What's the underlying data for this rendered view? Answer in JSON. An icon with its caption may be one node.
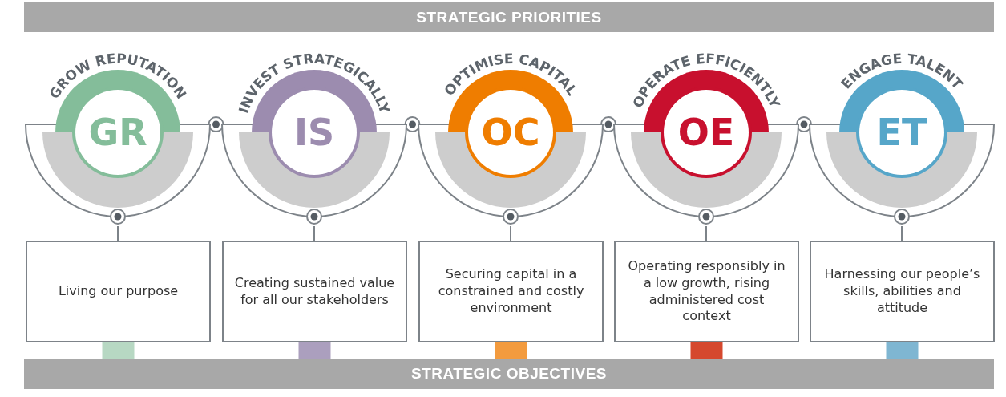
{
  "diagram": {
    "nodes": [
      {
        "text": [
          "STRATEGIC PRIORITIES"
        ]
      },
      {
        "text": [
          "GROW REPUTATION",
          "GR"
        ]
      },
      {
        "text": [
          "INVEST STRATEGICALLY",
          "IS"
        ]
      },
      {
        "text": [
          "OPTIMISE CAPITAL",
          "OC"
        ]
      },
      {
        "text": [
          "OPERATE EFFICIENTLY",
          "OE"
        ]
      },
      {
        "text": [
          "ENGAGE TALENT",
          "ET"
        ]
      },
      {
        "text": [
          "Living our purpose"
        ]
      },
      {
        "text": [
          "Creating sustained value for all our stakeholders"
        ]
      },
      {
        "text": [
          "Securing capital in a constrained and costly environment"
        ]
      },
      {
        "text": [
          "Operating responsibly in a low growth, rising administered cost context"
        ]
      },
      {
        "text": [
          "Harnessing our people’s skills, abilities and attitude"
        ]
      },
      {
        "text": [
          "STRATEGIC OBJECTIVES"
        ]
      }
    ],
    "edges": [
      {
        "from": 1,
        "to": 6,
        "arrow": "none"
      },
      {
        "from": 2,
        "to": 7,
        "arrow": "none"
      },
      {
        "from": 3,
        "to": 8,
        "arrow": "none"
      },
      {
        "from": 4,
        "to": 9,
        "arrow": "none"
      },
      {
        "from": 5,
        "to": 10,
        "arrow": "none"
      },
      {
        "from": 6,
        "to": 11,
        "arrow": "none",
        "style": "thick",
        "color": "#b7d8c3"
      },
      {
        "from": 7,
        "to": 11,
        "arrow": "none",
        "style": "thick",
        "color": "#ab9fbe"
      },
      {
        "from": 8,
        "to": 11,
        "arrow": "none",
        "style": "thick",
        "color": "#f39b3e"
      },
      {
        "from": 9,
        "to": 11,
        "arrow": "none",
        "style": "thick",
        "color": "#d5482e"
      },
      {
        "from": 10,
        "to": 11,
        "arrow": "none",
        "style": "thick",
        "color": "#7fb6d2"
      }
    ]
  }
}
